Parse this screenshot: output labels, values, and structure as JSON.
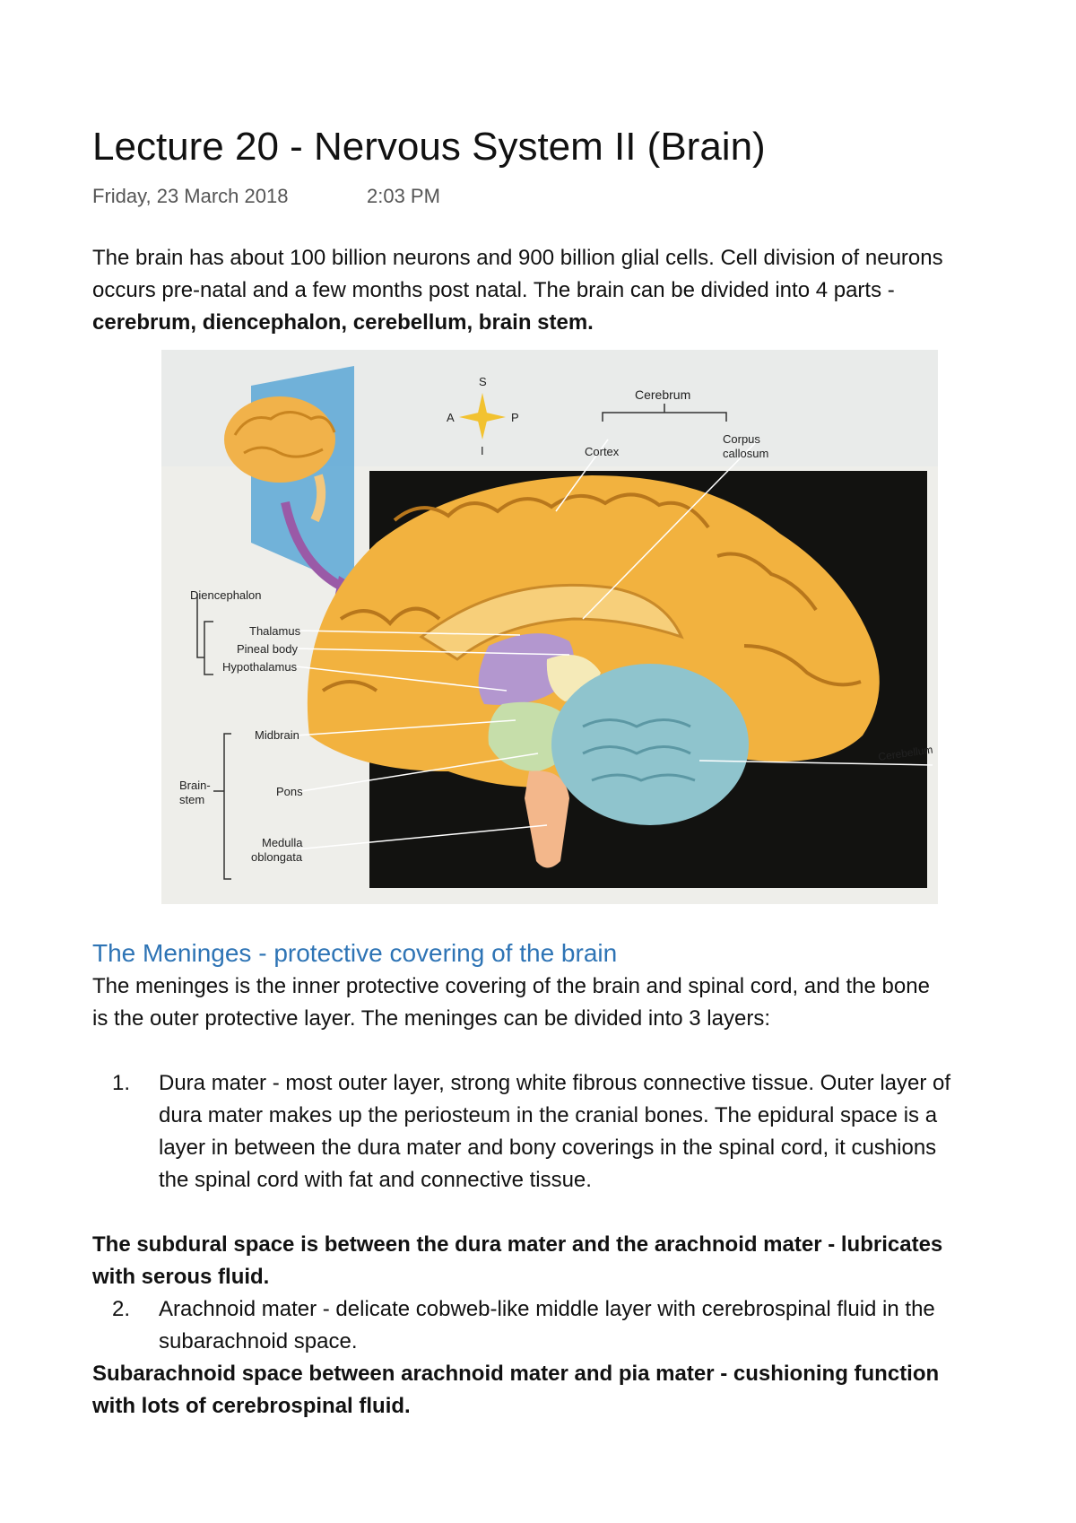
{
  "title": "Lecture 20 - Nervous System II (Brain)",
  "date": "Friday, 23 March 2018",
  "time": "2:03 PM",
  "intro": {
    "text": "The brain has about 100 billion neurons and 900 billion glial cells. Cell division of neurons occurs pre-natal and a few months post natal. The brain can be divided into 4 parts - ",
    "bold": "cerebrum, diencephalon, cerebellum, brain stem."
  },
  "figure": {
    "orientation": {
      "s": "S",
      "a": "A",
      "p": "P",
      "i": "I"
    },
    "labels": {
      "cerebrum": "Cerebrum",
      "cortex": "Cortex",
      "corpus_callosum_1": "Corpus",
      "corpus_callosum_2": "callosum",
      "diencephalon": "Diencephalon",
      "thalamus": "Thalamus",
      "pineal_body": "Pineal body",
      "hypothalamus": "Hypothalamus",
      "midbrain": "Midbrain",
      "brainstem_1": "Brain-",
      "brainstem_2": "stem",
      "pons": "Pons",
      "medulla_1": "Medulla",
      "medulla_2": "oblongata",
      "cerebellum": "Cerebellum"
    }
  },
  "meninges": {
    "heading": "The Meninges - protective covering of the brain",
    "intro": "The meninges is the inner protective covering of the brain and spinal cord, and the bone is the outer protective layer. The meninges can be divided into 3 layers:",
    "items": [
      {
        "num": "1.",
        "text": "Dura mater - most outer layer, strong white fibrous connective tissue. Outer layer of dura mater makes up the periosteum in the cranial bones.  The epidural space is a layer in between the dura mater and bony coverings in the spinal cord, it cushions the spinal cord with fat and connective tissue."
      },
      {
        "num": "2.",
        "text": "Arachnoid mater - delicate cobweb-like middle layer with cerebrospinal fluid in the subarachnoid space."
      }
    ],
    "subdural": "The subdural space is between the dura mater and the arachnoid mater - lubricates with serous fluid.",
    "subarachnoid": "Subarachnoid space between arachnoid mater and pia mater - cushioning function with lots of cerebrospinal fluid."
  }
}
